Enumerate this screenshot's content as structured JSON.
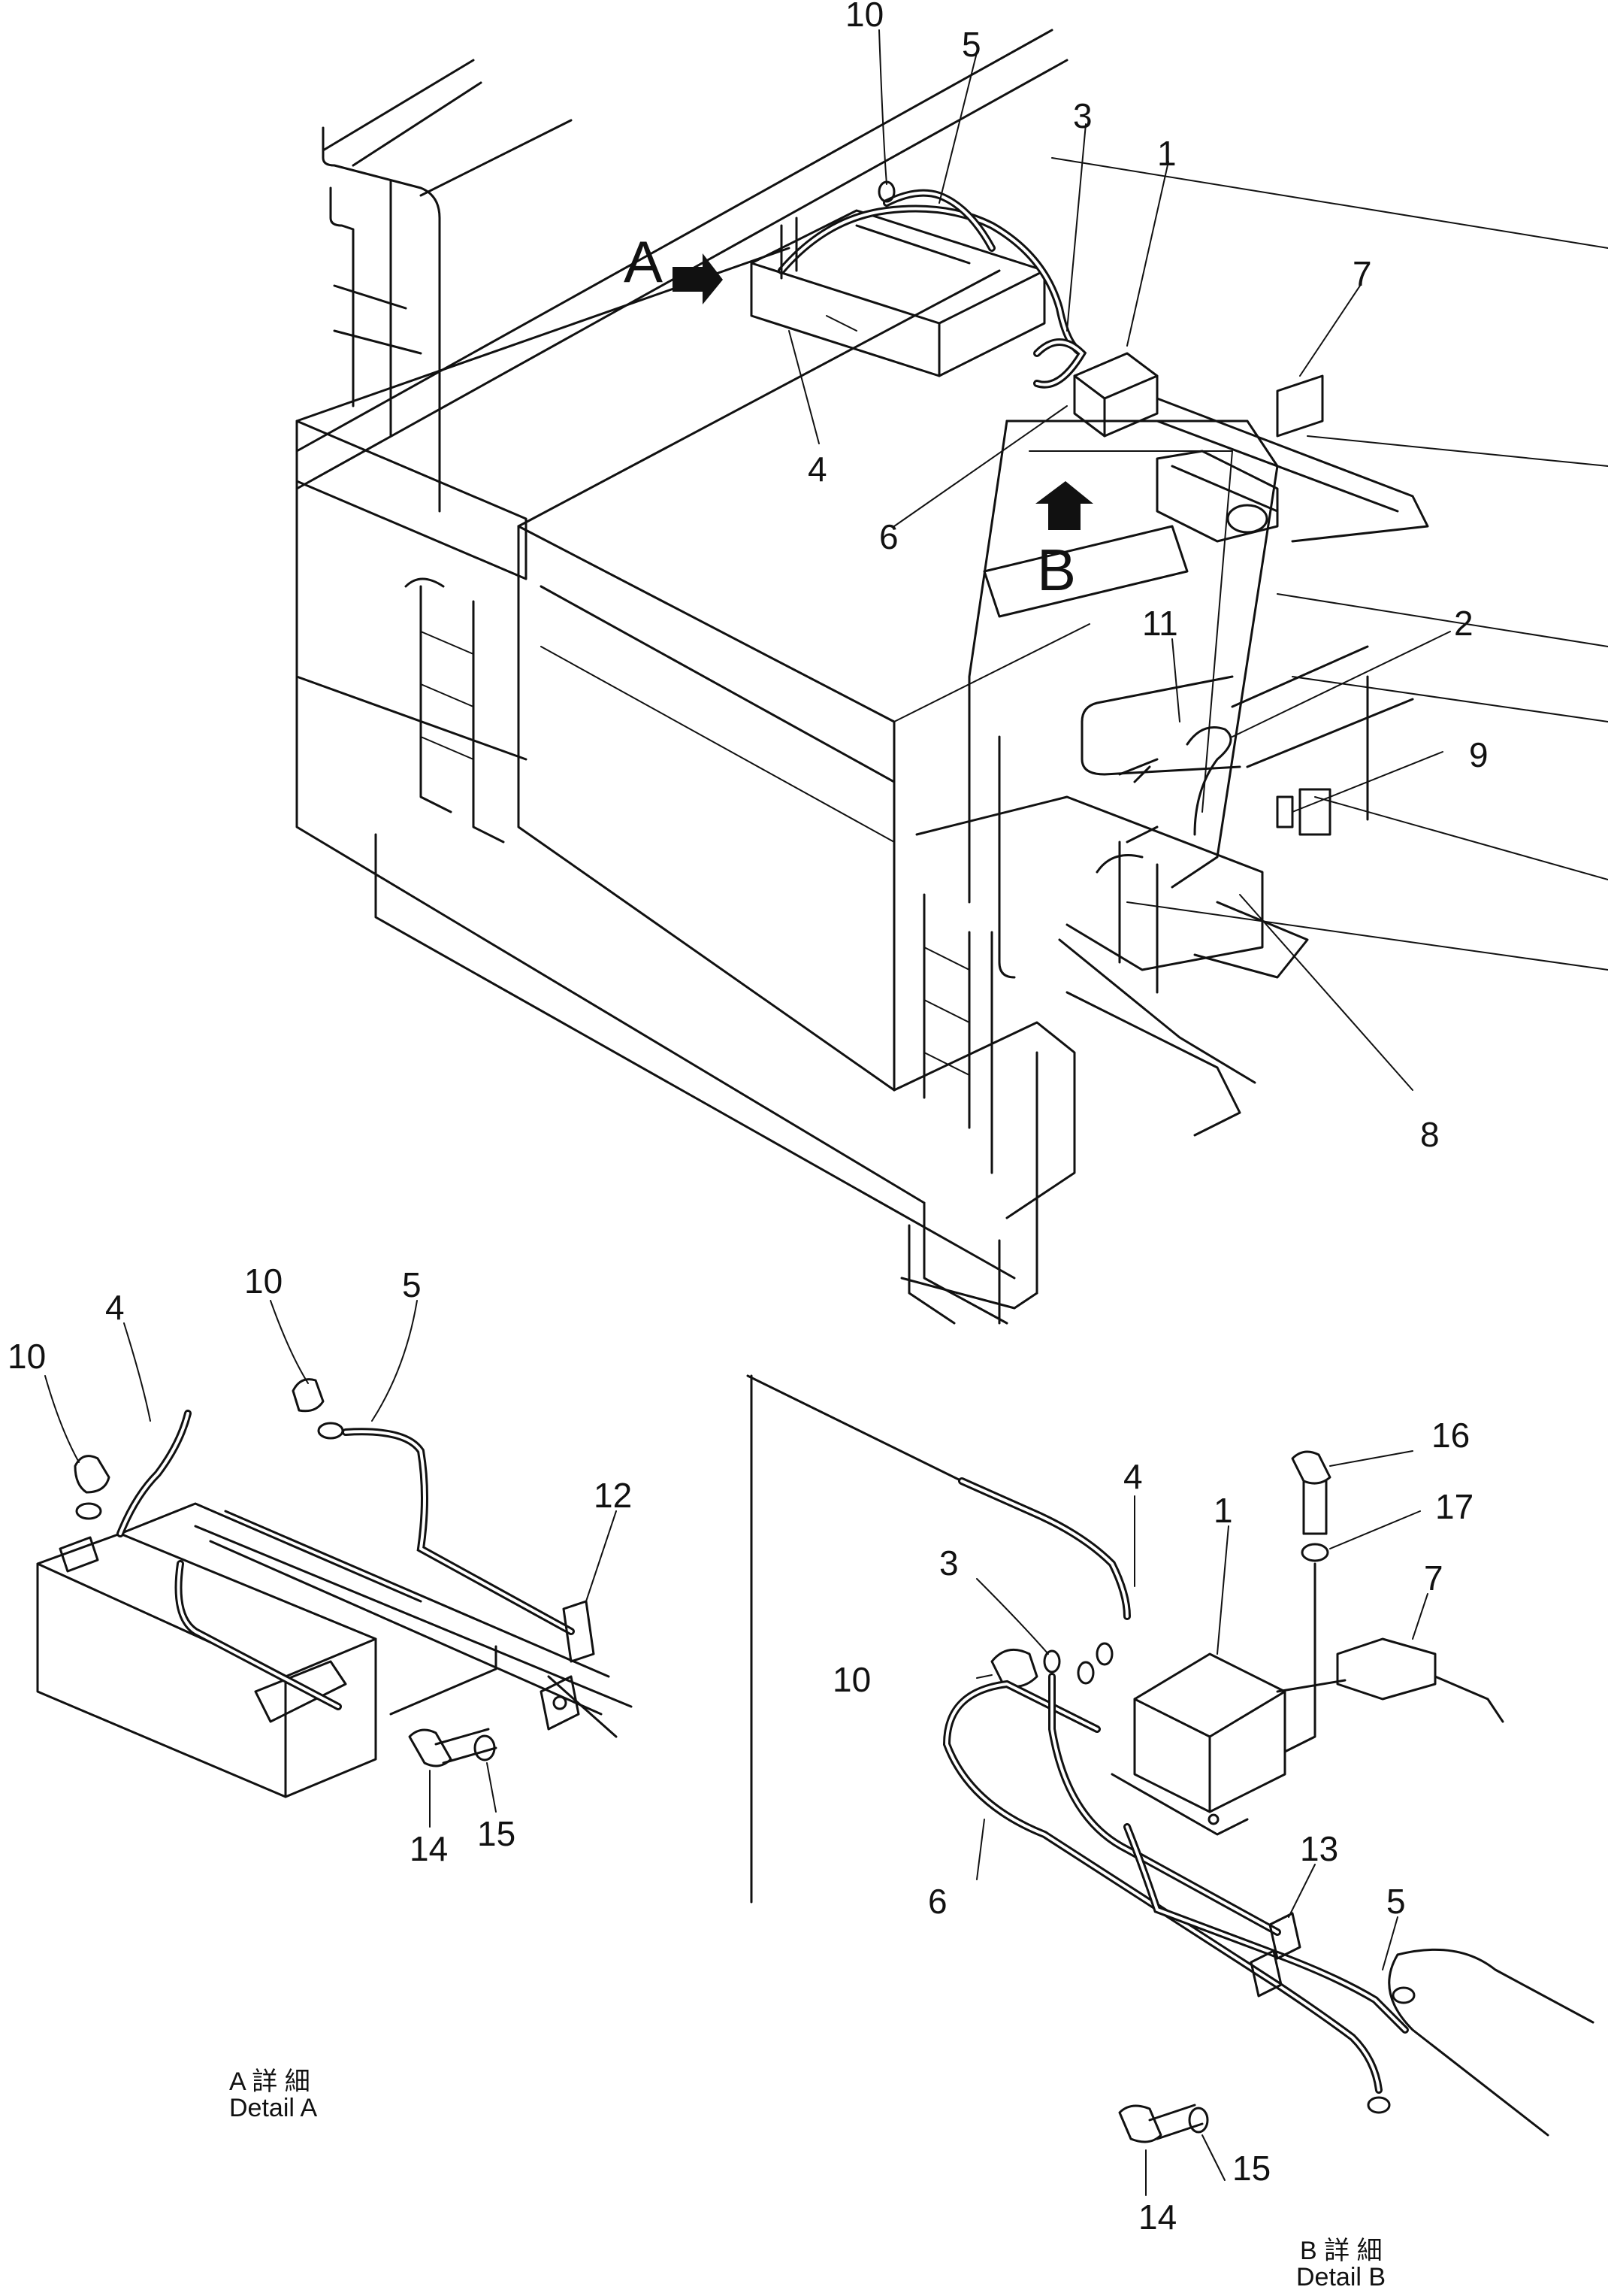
{
  "view_labels": {
    "a": "A",
    "b": "B"
  },
  "callouts": {
    "n1": "1",
    "n2": "2",
    "n3": "3",
    "n4": "4",
    "n5": "5",
    "n6": "6",
    "n7": "7",
    "n8": "8",
    "n9": "9",
    "n10": "10",
    "n11": "11",
    "n12": "12",
    "n13": "13",
    "n14": "14",
    "n15": "15",
    "n16": "16",
    "n17": "17"
  },
  "captions": {
    "detail_a_jp": "A 詳 細",
    "detail_a_en": "Detail A",
    "detail_b_jp": "B 詳 細",
    "detail_b_en": "Detail B"
  }
}
